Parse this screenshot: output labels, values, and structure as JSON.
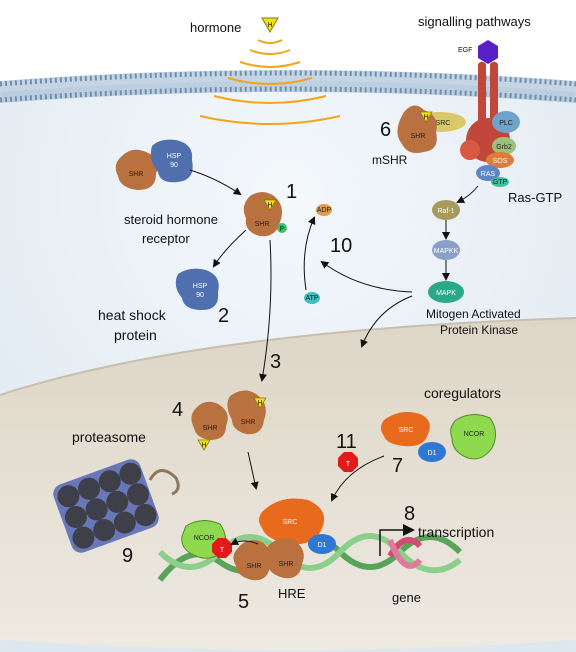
{
  "labels": {
    "hormone": "hormone",
    "signalling_pathways": "signalling pathways",
    "egf": "EGF",
    "c_src": "c-SRC",
    "plc": "PLC",
    "grb2": "Grb2",
    "sos": "SOS",
    "ras": "RAS",
    "gtp": "GTP",
    "ras_gtp": "Ras-GTP",
    "raf": "Raf-1",
    "mapkk": "MAPKK",
    "mapk": "MAPK",
    "mapk_caption_1": "Mitogen Activated",
    "mapk_caption_2": "Protein Kinase",
    "mshr": "mSHR",
    "shr": "SHR",
    "hsp90": "HSP",
    "hsp90_b": "90",
    "h": "H",
    "p": "P",
    "adp": "ADP",
    "atp": "ATP",
    "steroid_1": "steroid hormone",
    "steroid_2": "receptor",
    "hsp_caption_1": "heat shock",
    "hsp_caption_2": "protein",
    "coregulators": "coregulators",
    "src": "SRC",
    "ncor": "NCOR",
    "d1": "D1",
    "t": "T",
    "proteasome": "proteasome",
    "transcription": "transcription",
    "hre": "HRE",
    "gene": "gene"
  },
  "numbers": {
    "n1": "1",
    "n2": "2",
    "n3": "3",
    "n4": "4",
    "n5": "5",
    "n6": "6",
    "n7": "7",
    "n8": "8",
    "n9": "9",
    "n10": "10",
    "n11": "11"
  },
  "colors": {
    "membrane": "#bcd3e6",
    "cytoplasm": "#e6eef6",
    "nucleus": "#e8e2d6",
    "shr": "#b8713f",
    "hsp": "#4f6faf",
    "src": "#e86a1c",
    "ncor": "#8ed94e",
    "d1": "#2f77d4",
    "hormone": "#f2e21a",
    "stop": "#e21a1a",
    "receptor": "#c0473a",
    "proteasome": "#5b6bb5"
  }
}
